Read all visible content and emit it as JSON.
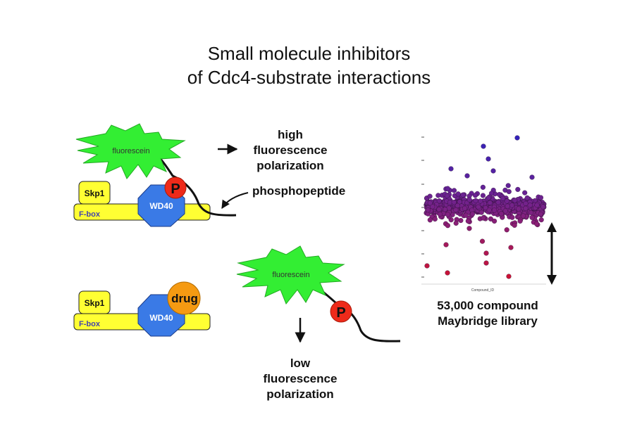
{
  "title_line1": "Small molecule inhibitors",
  "title_line2": "of Cdc4-substrate interactions",
  "top_panel": {
    "fluorescein": "fluorescein",
    "p": "P",
    "skp1": "Skp1",
    "fbox": "F-box",
    "wd40": "WD40",
    "result": [
      "high",
      "fluorescence",
      "polarization"
    ],
    "phosphopeptide": "phosphopeptide"
  },
  "bottom_panel": {
    "skp1": "Skp1",
    "fbox": "F-box",
    "wd40": "WD40",
    "drug": "drug",
    "fluorescein": "fluorescein",
    "p": "P",
    "result": [
      "low",
      "fluorescence",
      "polarization"
    ]
  },
  "screen": {
    "caption": [
      "53,000 compound",
      "Maybridge library"
    ],
    "xlabel": "Compound_ID"
  },
  "colors": {
    "star_green": "#33ee33",
    "yellow": "#ffff33",
    "wd40_blue": "#3a7ae6",
    "p_red": "#ee2a1a",
    "drug_orange": "#f59a12",
    "dot_top": "#3322bb",
    "dot_mid": "#772288",
    "dot_bottom": "#cc1133"
  }
}
